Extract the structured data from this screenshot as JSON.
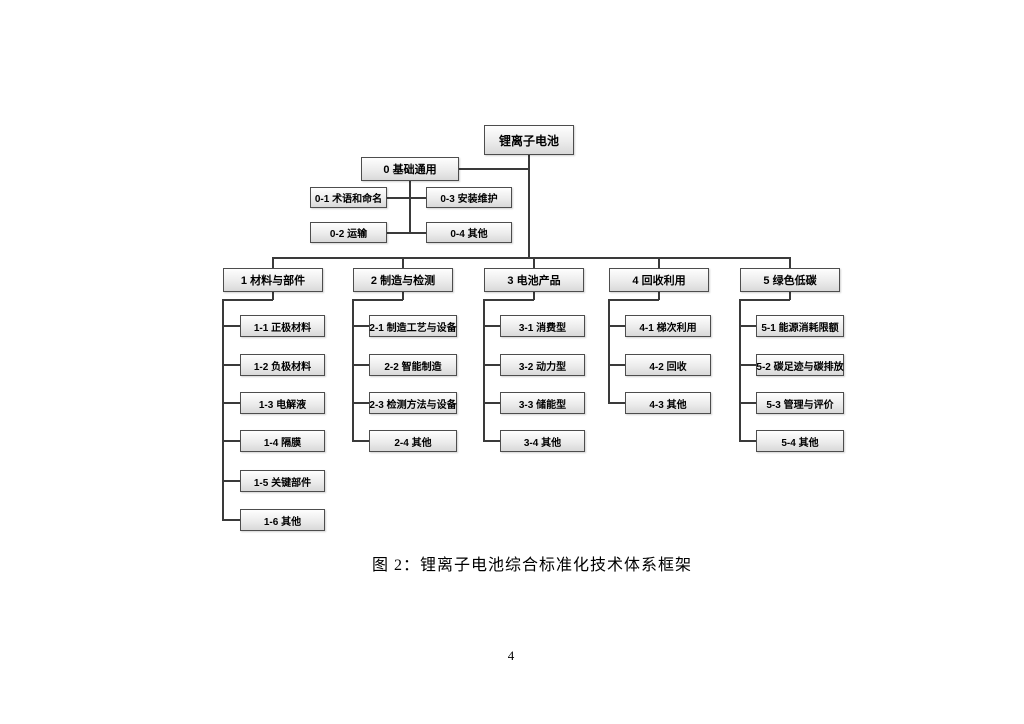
{
  "document": {
    "figure_caption": "图 2：锂离子电池综合标准化技术体系框架",
    "page_number": "4"
  },
  "tree": {
    "root": "锂离子电池",
    "general": {
      "label": "0 基础通用",
      "children": {
        "left": [
          "0-1 术语和命名",
          "0-2 运输"
        ],
        "right": [
          "0-3 安装维护",
          "0-4 其他"
        ]
      }
    },
    "branches": [
      {
        "label": "1 材料与部件",
        "children": [
          "1-1 正极材料",
          "1-2 负极材料",
          "1-3 电解液",
          "1-4 隔膜",
          "1-5 关键部件",
          "1-6 其他"
        ]
      },
      {
        "label": "2 制造与检测",
        "children": [
          "2-1 制造工艺与设备",
          "2-2 智能制造",
          "2-3 检测方法与设备",
          "2-4 其他"
        ]
      },
      {
        "label": "3 电池产品",
        "children": [
          "3-1 消费型",
          "3-2 动力型",
          "3-3 储能型",
          "3-4 其他"
        ]
      },
      {
        "label": "4 回收利用",
        "children": [
          "4-1 梯次利用",
          "4-2 回收",
          "4-3 其他"
        ]
      },
      {
        "label": "5 绿色低碳",
        "children": [
          "5-1 能源消耗限额",
          "5-2 碳足迹与碳排放",
          "5-3 管理与评价",
          "5-4 其他"
        ]
      }
    ]
  }
}
